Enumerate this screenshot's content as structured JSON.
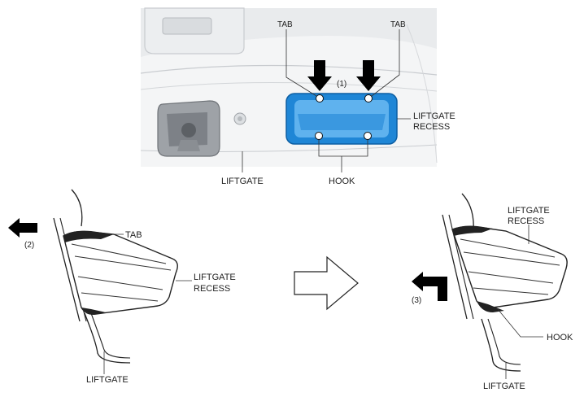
{
  "top_view": {
    "tab_left_label": "TAB",
    "tab_right_label": "TAB",
    "step_label": "(1)",
    "recess_label_line1": "LIFTGATE",
    "recess_label_line2": "RECESS",
    "hook_label": "HOOK",
    "liftgate_label": "LIFTGATE",
    "recess_highlight_color": "#1f86d6"
  },
  "left_view": {
    "step_label": "(2)",
    "tab_label": "TAB",
    "recess_label_line1": "LIFTGATE",
    "recess_label_line2": "RECESS",
    "liftgate_label": "LIFTGATE"
  },
  "right_view": {
    "step_label": "(3)",
    "recess_label_line1": "LIFTGATE",
    "recess_label_line2": "RECESS",
    "hook_label": "HOOK",
    "liftgate_label": "LIFTGATE"
  }
}
